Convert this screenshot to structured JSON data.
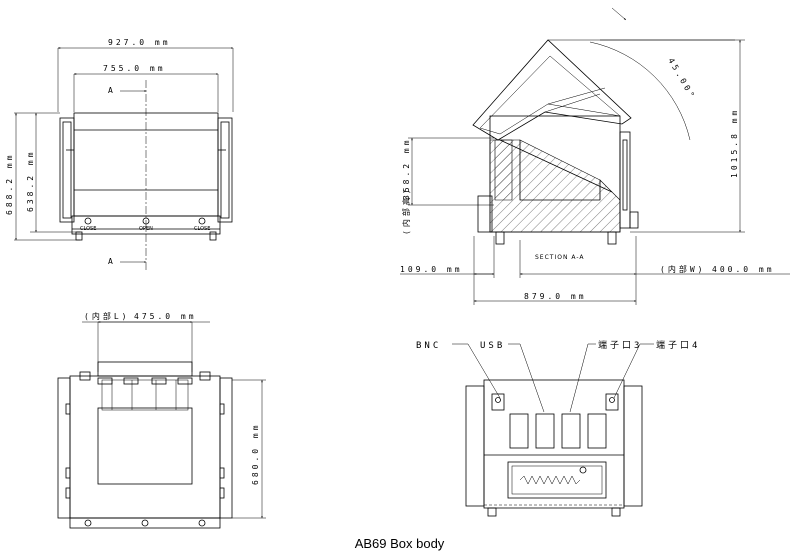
{
  "caption": "AB69 Box body",
  "front_view": {
    "width_outer": "927.0 mm",
    "width_inner": "755.0 mm",
    "height_outer": "688.2 mm",
    "height_inner": "638.2 mm",
    "section_marker": "A",
    "latch_labels": [
      "CLOSE",
      "OPEN",
      "CLOSE"
    ]
  },
  "section_view": {
    "lid_angle": "45.00°",
    "total_height": "1015.8 mm",
    "inner_height_label": "(内部高)",
    "inner_height": "358.2 mm",
    "left_offset": "109.0 mm",
    "inner_width_label": "(内部W)",
    "inner_width": "400.0 mm",
    "total_depth": "879.0 mm",
    "section_label": "SECTION A-A"
  },
  "top_view": {
    "inner_length_label": "(内部L)",
    "inner_length": "475.0 mm",
    "depth": "680.0 mm"
  },
  "rear_view": {
    "connectors": [
      "BNC",
      "USB",
      "端子口3",
      "端子口4"
    ]
  }
}
